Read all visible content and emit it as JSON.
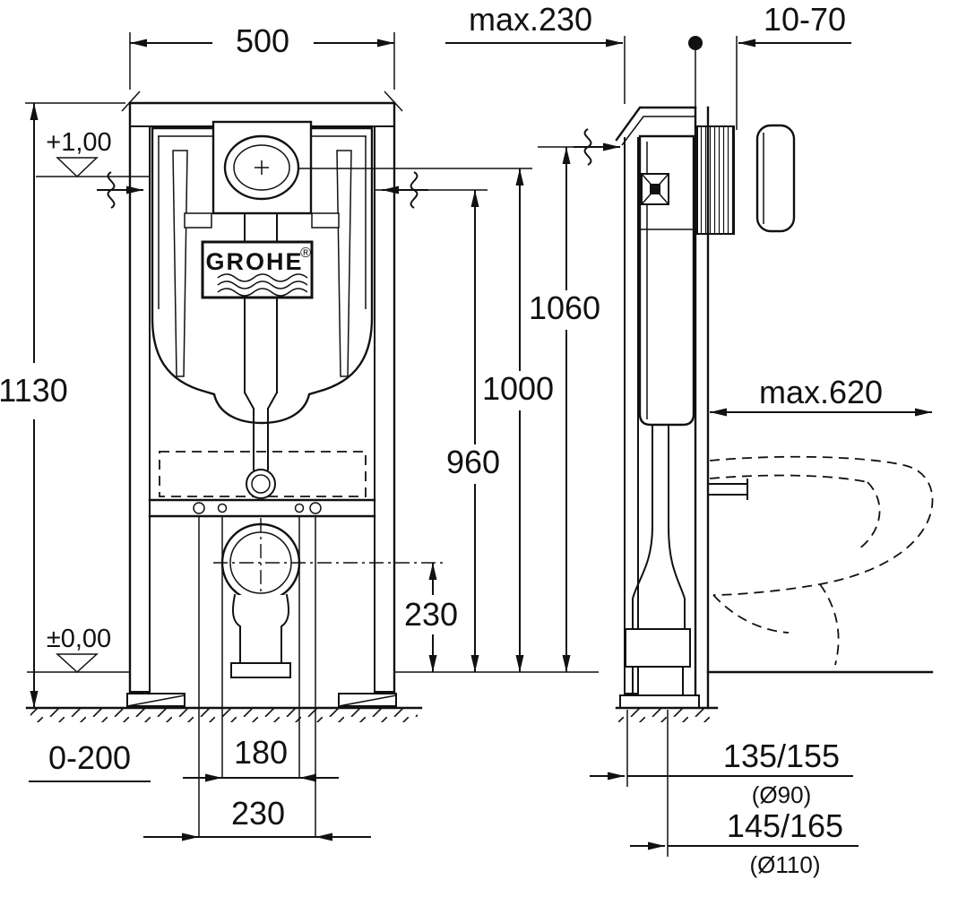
{
  "meta": {
    "brand": "GROHE",
    "registered": "®"
  },
  "dims": {
    "width_top": "500",
    "height_left": "1130",
    "level_top": "+1,00",
    "level_floor": "±0,00",
    "h960": "960",
    "h1000": "1000",
    "h1060": "1060",
    "drain_height": "230",
    "foot_adjust": "0-200",
    "bolt_spacing": "180",
    "drain_offset": "230",
    "depth_max": "max.230",
    "actuation_range": "10-70",
    "bowl_depth_max": "max.620",
    "outlet90": "135/155",
    "outlet90_dia": "(Ø90)",
    "outlet110": "145/165",
    "outlet110_dia": "(Ø110)"
  }
}
